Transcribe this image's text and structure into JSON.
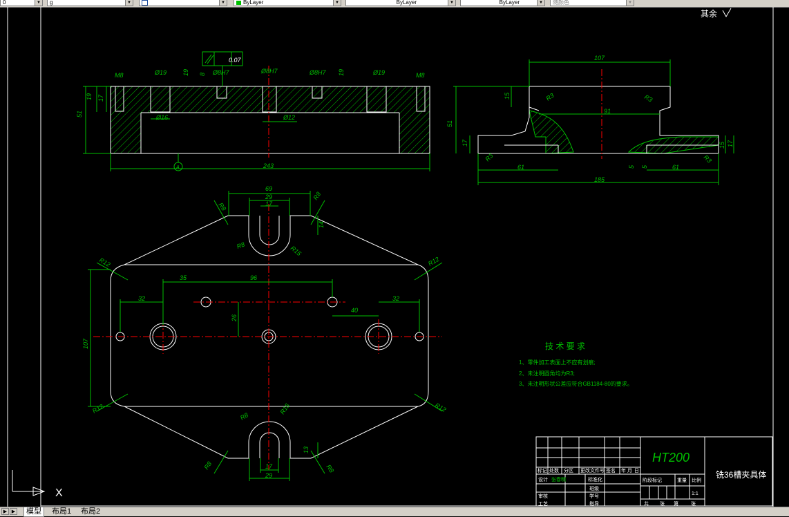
{
  "toolbar": {
    "combo1": "0",
    "combo2": "g",
    "combo3": "",
    "layer_color": "ByLayer",
    "linetype": "ByLayer",
    "lineweight": "ByLayer",
    "plotstyle": "随颜色"
  },
  "drawing": {
    "roughness_note": "其余",
    "front_view": {
      "tolerance_value": "0.07",
      "tolerance_datum": "A",
      "labels": {
        "m8_left": "M8",
        "d19_left": "Ø19",
        "d19_b": "19",
        "d8_a": "8",
        "d8h7_left": "Ø8H7",
        "d8h7_mid": "Ø8H7",
        "d8h7_right": "Ø8H7",
        "d19_c": "19",
        "d19_right": "Ø19",
        "m8_right": "M8",
        "h51": "51",
        "h19": "19",
        "h17": "17",
        "d16": "Ø16",
        "d12": "Ø12",
        "w243": "243",
        "datum": "A"
      }
    },
    "side_view": {
      "labels": {
        "w107": "107",
        "w91": "91",
        "r3_a": "R3",
        "r3_b": "R3",
        "r3_c": "R3",
        "r3_d": "R3",
        "h51": "51",
        "h15": "15",
        "h17_left": "17",
        "w61_left": "61",
        "w185": "185",
        "w61_right": "61",
        "h5_a": "5",
        "h5_b": "5",
        "h15_b": "15",
        "h17_right": "17"
      }
    },
    "top_view": {
      "labels": {
        "w69": "69",
        "w29_top": "29",
        "w17_top": "17",
        "r8_tl": "R8",
        "r8_tr": "R8",
        "h14": "14",
        "r8_slot": "R8",
        "r15_slot": "R15",
        "r12_tl": "R12",
        "r12_tr": "R12",
        "r12_bl": "R12",
        "r12_br": "R12",
        "w35": "35",
        "w96": "96",
        "w32_left": "32",
        "w32_right": "32",
        "w40": "40",
        "h26": "26",
        "h107": "107",
        "r8_slot_b": "R8",
        "r15_slot_b": "R15",
        "h13": "13",
        "w17_bot": "17",
        "w29_bot": "29",
        "r8_bl": "R8",
        "r8_br": "R8"
      }
    },
    "tech_req": {
      "title": "技 术 要 求",
      "items": [
        "1、零件加工表面上不应有划痕;",
        "2、未注明圆角均为R3;",
        "3、未注明形状公差应符合GB1184-80的要求。"
      ]
    },
    "title_block": {
      "material": "HT200",
      "part_name": "铣36槽夹具体",
      "row_headers": [
        "标记",
        "处数",
        "分区",
        "更改文件号",
        "签名",
        "年",
        "月",
        "日"
      ],
      "design_label": "设计",
      "design_name": "张春明",
      "std_label": "标准化",
      "class_label": "班级",
      "student_label": "学号",
      "review_label": "审核",
      "craft_label": "工艺",
      "guide_label": "指导",
      "stage_label": "阶段标记",
      "weight_label": "重量",
      "scale_label": "比例",
      "scale_value": "1:1",
      "sheets": [
        "共",
        "张",
        "第",
        "张"
      ]
    },
    "ucs_x": "X"
  },
  "tabs": {
    "model": "模型",
    "layout1": "布局1",
    "layout2": "布局2"
  }
}
